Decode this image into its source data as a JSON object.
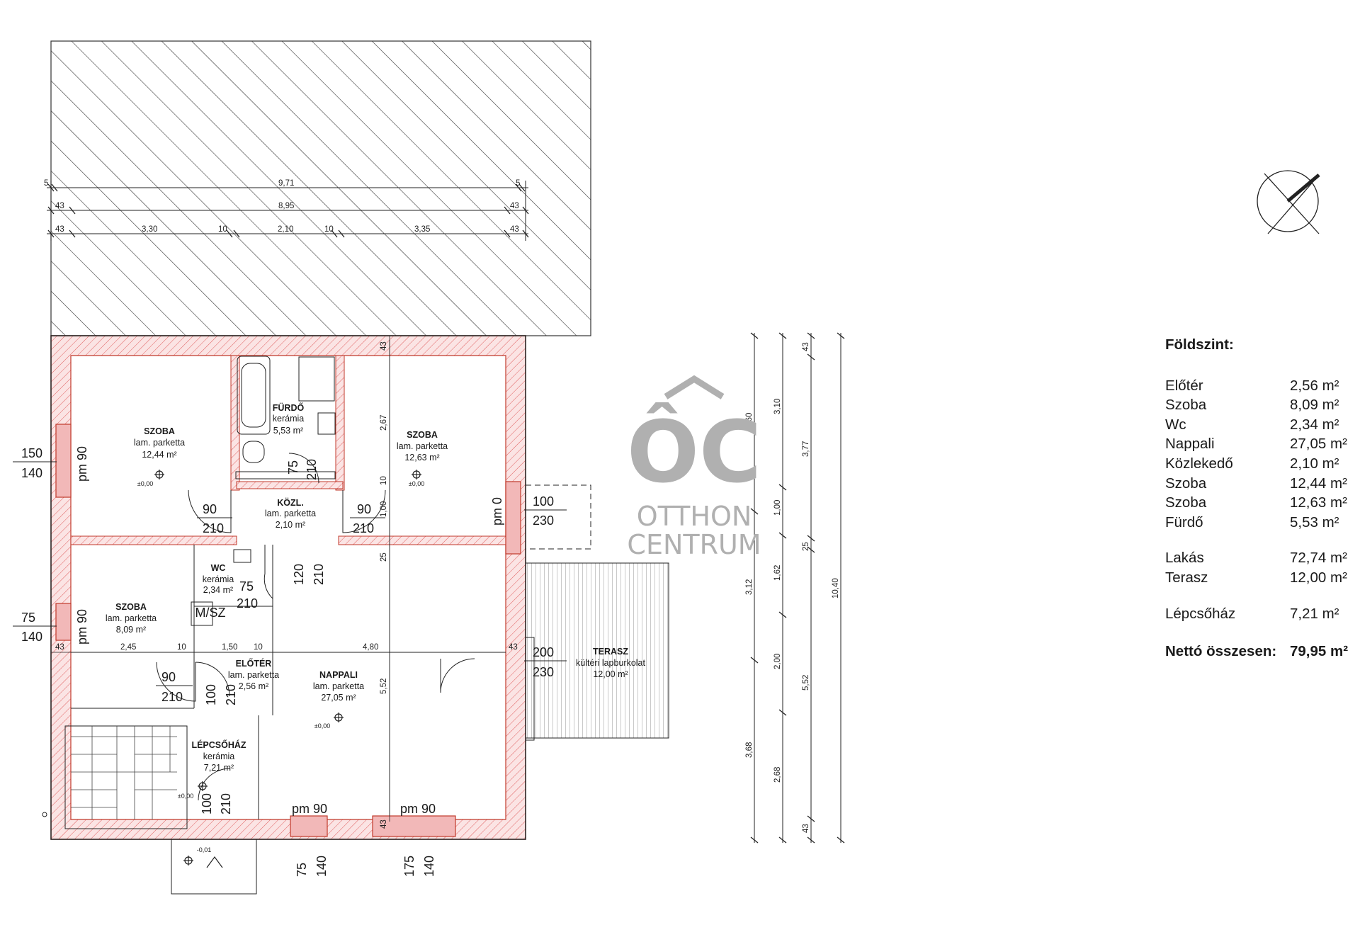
{
  "rooms": {
    "szoba_nw": {
      "name": "SZOBA",
      "floor": "lam. parketta",
      "area": "12,44 m²",
      "level": "±0,00"
    },
    "furdo": {
      "name": "FÜRDŐ",
      "floor": "kerámia",
      "area": "5,53 m²"
    },
    "szoba_ne": {
      "name": "SZOBA",
      "floor": "lam. parketta",
      "area": "12,63 m²",
      "level": "±0,00"
    },
    "kozl": {
      "name": "KÖZL.",
      "floor": "lam. parketta",
      "area": "2,10 m²"
    },
    "wc": {
      "name": "WC",
      "floor": "kerámia",
      "area": "2,34 m²",
      "label": "M/SZ"
    },
    "szoba_w": {
      "name": "SZOBA",
      "floor": "lam. parketta",
      "area": "8,09 m²"
    },
    "eloter": {
      "name": "ELŐTÉR",
      "floor": "lam. parketta",
      "area": "2,56 m²"
    },
    "nappali": {
      "name": "NAPPALI",
      "floor": "lam. parketta",
      "area": "27,05 m²",
      "level": "±0,00"
    },
    "terasz": {
      "name": "TERASZ",
      "floor": "kültéri lapburkolat",
      "area": "12,00 m²"
    },
    "lepcsohaz": {
      "name": "LÉPCSŐHÁZ",
      "floor": "kerámia",
      "area": "7,21 m²",
      "level": "±0,00"
    },
    "entry": {
      "level": "-0,01"
    }
  },
  "dims_top": {
    "row1": [
      "5",
      "9,71",
      "5"
    ],
    "row2": [
      "43",
      "8,95",
      "43"
    ],
    "row3": [
      "43",
      "3,30",
      "10",
      "2,10",
      "10",
      "3,35",
      "43"
    ]
  },
  "dims_inner": {
    "d43a": "43",
    "d267": "2,67",
    "d10a": "10",
    "d100a": "1,00",
    "d25": "25",
    "d552": "5,52",
    "b43": "43",
    "b245": "2,45",
    "b10a": "10",
    "b150": "1,50",
    "b10b": "10",
    "b480": "4,80",
    "b43b": "43"
  },
  "dims_right": {
    "c1": [
      "3,60",
      "3,12",
      "3,68"
    ],
    "c2": [
      "3,10",
      "1,00",
      "1,62",
      "2,00",
      "2,68"
    ],
    "c3": [
      "43",
      "3,77",
      "25",
      "5,52",
      "43"
    ],
    "c4": [
      "10,40"
    ]
  },
  "openings": {
    "w1": [
      "150",
      "140",
      "pm 90"
    ],
    "w2": [
      "75",
      "140",
      "pm 90"
    ],
    "w3": [
      "100",
      "230",
      "pm 0"
    ],
    "w4": [
      "200",
      "230"
    ],
    "w5": [
      "pm 90",
      "75",
      "140"
    ],
    "w6": [
      "pm 90",
      "175",
      "140"
    ],
    "d1": [
      "90",
      "210"
    ],
    "d2": [
      "90",
      "210"
    ],
    "d3": [
      "75",
      "210"
    ],
    "d4": [
      "120",
      "210"
    ],
    "d5": [
      "75",
      "210"
    ],
    "d6": [
      "90",
      "210"
    ],
    "d7": [
      "100",
      "210"
    ],
    "d8": [
      "100",
      "210"
    ]
  },
  "watermark": {
    "logo": "ÔC",
    "line1": "OTTHON",
    "line2": "CENTRUM"
  },
  "legend": {
    "title": "Földszint:",
    "rows": [
      {
        "label": "Előtér",
        "value": "2,56 m²"
      },
      {
        "label": "Szoba",
        "value": "8,09 m²"
      },
      {
        "label": "Wc",
        "value": "2,34 m²"
      },
      {
        "label": "Nappali",
        "value": "27,05 m²"
      },
      {
        "label": "Közlekedő",
        "value": "2,10 m²"
      },
      {
        "label": "Szoba",
        "value": "12,44 m²"
      },
      {
        "label": "Szoba",
        "value": "12,63 m²"
      },
      {
        "label": "Fürdő",
        "value": "5,53 m²"
      }
    ],
    "rows2": [
      {
        "label": "Lakás",
        "value": "72,74 m²"
      },
      {
        "label": "Terasz",
        "value": "12,00 m²"
      }
    ],
    "rows3": [
      {
        "label": "Lépcsőház",
        "value": "7,21 m²"
      }
    ],
    "total": {
      "label": "Nettó összesen:",
      "value": "79,95 m²"
    }
  },
  "colors": {
    "wall": "#e8a0a0",
    "wallLine": "#c0392b",
    "window": "#f2b8b8",
    "line": "#222222",
    "watermark": "#b0b0b0"
  }
}
